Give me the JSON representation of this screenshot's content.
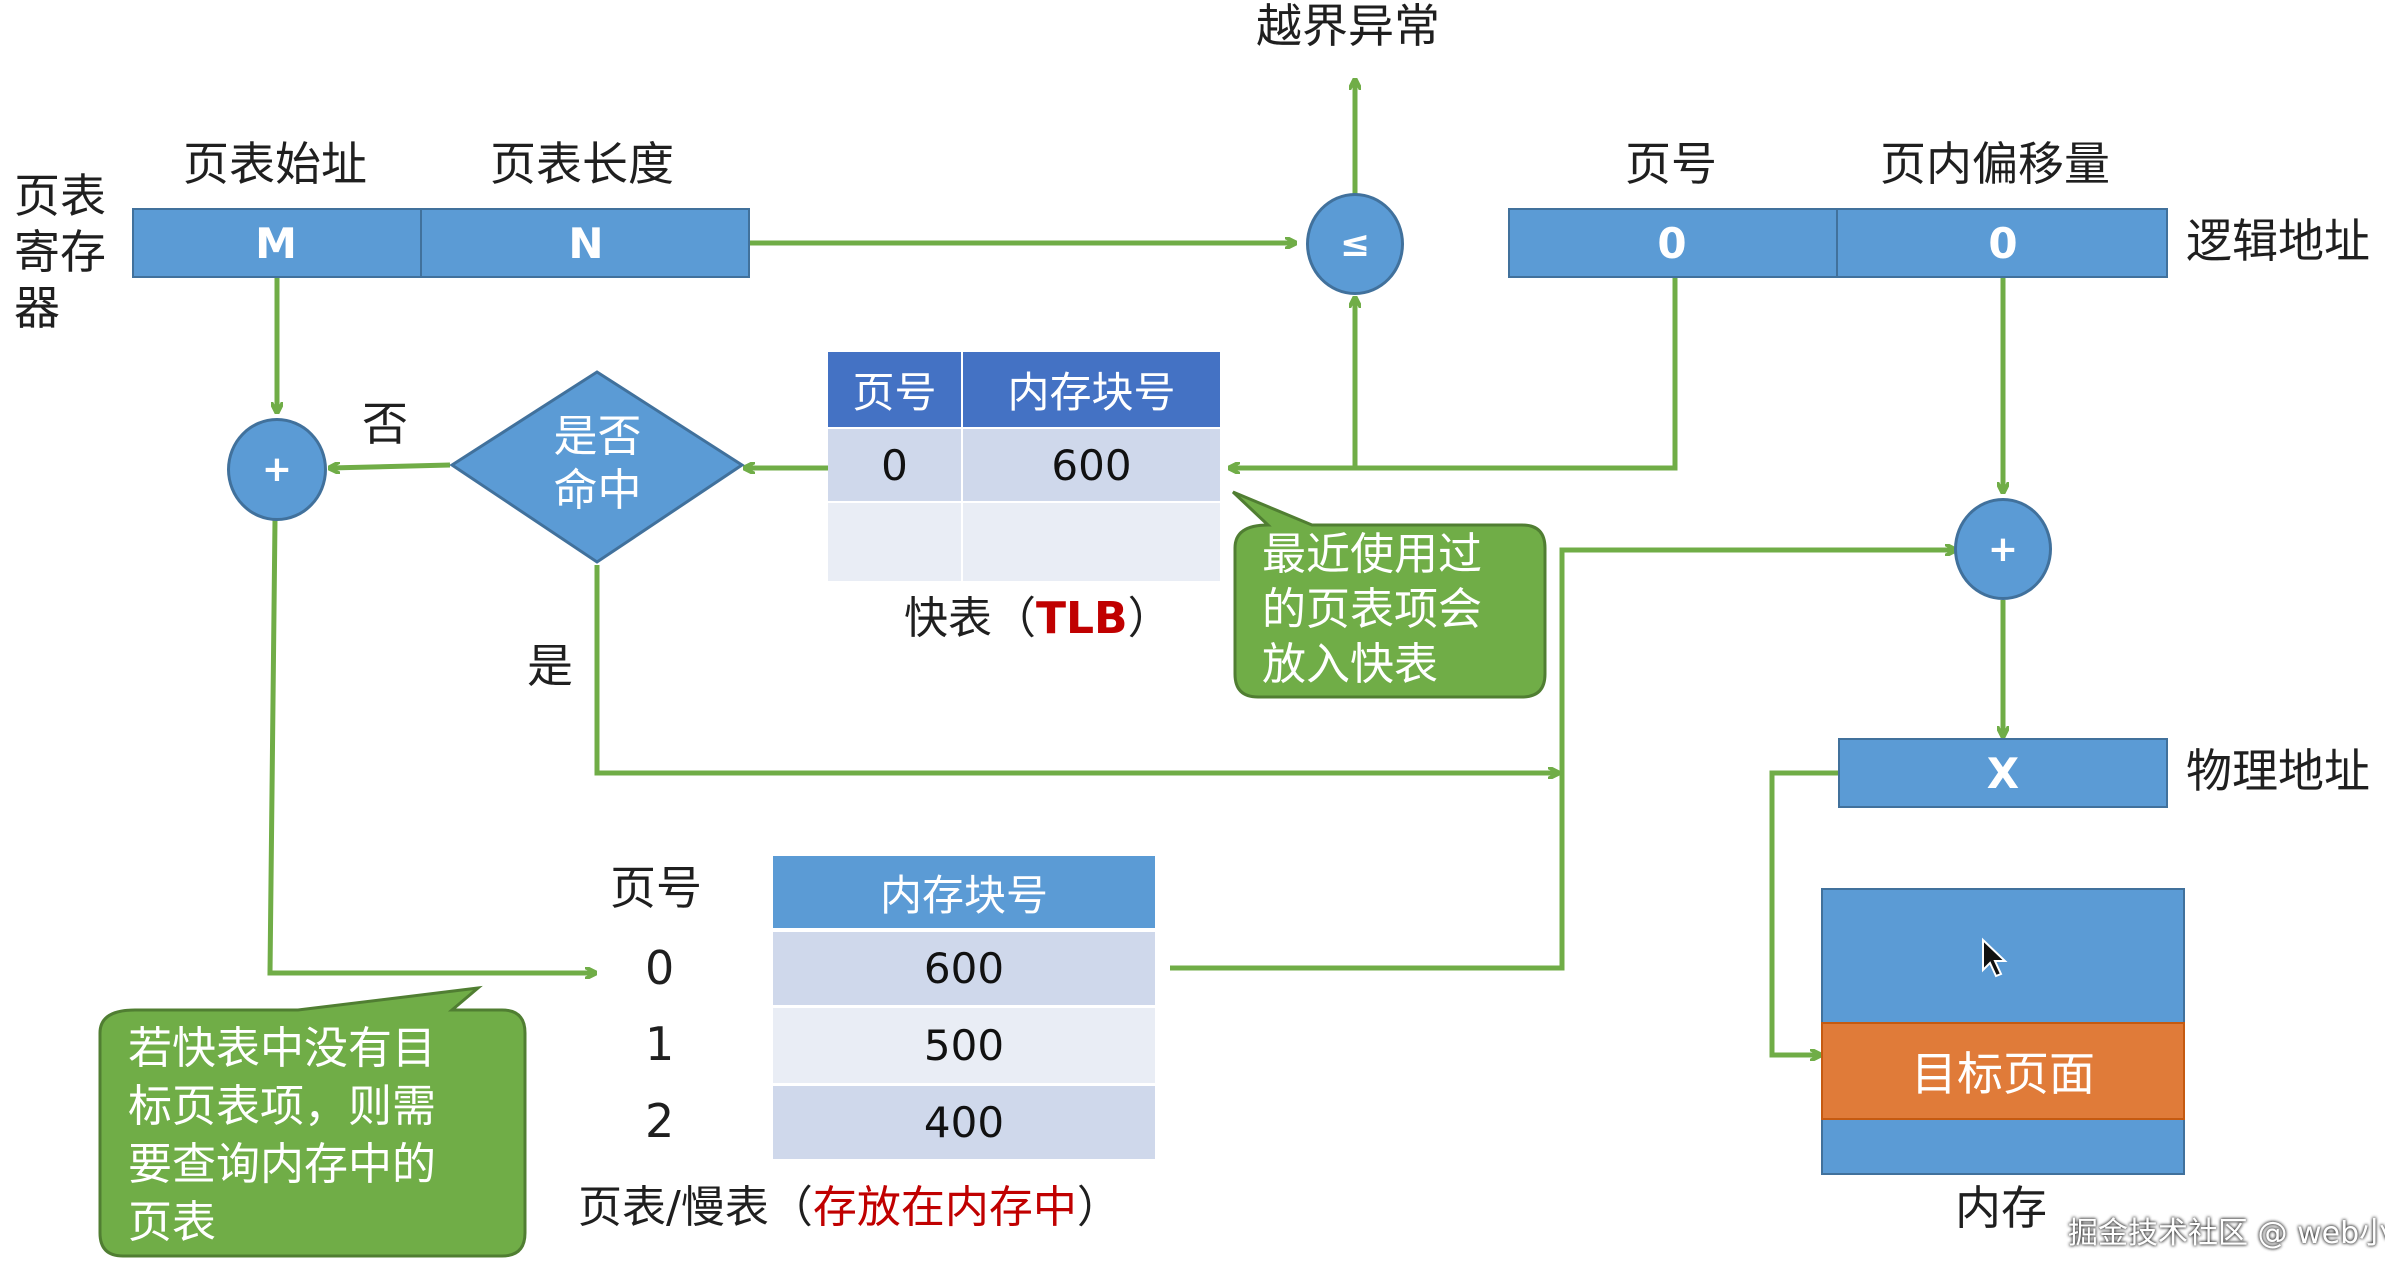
{
  "labels": {
    "page_table_register": [
      "页表",
      "寄存",
      "器"
    ],
    "table_start": "页表始址",
    "table_length": "页表长度",
    "out_of_bounds": "越界异常",
    "page_number": "页号",
    "page_offset": "页内偏移量",
    "logical_address": "逻辑地址",
    "physical_address": "物理地址",
    "no": "否",
    "yes": "是",
    "hit_decision": [
      "是否",
      "命中"
    ],
    "memory": "内存",
    "target_page": "目标页面",
    "watermark": "掘金技术社区 @ web小张"
  },
  "register": {
    "m": "M",
    "n": "N"
  },
  "compare_symbol": "≤",
  "adder_symbol": "+",
  "logical": {
    "page": "0",
    "offset": "0"
  },
  "physical": {
    "value": "X"
  },
  "tlb": {
    "caption_prefix": "快表（",
    "caption_highlight": "TLB",
    "caption_suffix": "）",
    "headers": [
      "页号",
      "内存块号"
    ],
    "rows": [
      [
        "0",
        "600"
      ],
      [
        "",
        ""
      ]
    ]
  },
  "page_table": {
    "caption_prefix": "页表/慢表（",
    "caption_highlight": "存放在内存中",
    "caption_suffix": "）",
    "page_header": "页号",
    "block_header": "内存块号",
    "rows": [
      [
        "0",
        "600"
      ],
      [
        "1",
        "500"
      ],
      [
        "2",
        "400"
      ]
    ]
  },
  "callouts": {
    "tlb_note": [
      "最近使用过",
      "的页表项会",
      "放入快表"
    ],
    "miss_note": [
      "若快表中没有目",
      "标页表项，则需",
      "要查询内存中的",
      "页表"
    ]
  },
  "colors": {
    "blue_fill": "#5b9bd5",
    "blue_border": "#41719c",
    "table_header": "#4472c4",
    "arrow_green": "#70ad47",
    "callout_green": "#70ad47",
    "target_orange": "#e07b39",
    "highlight_red": "#c00000"
  }
}
